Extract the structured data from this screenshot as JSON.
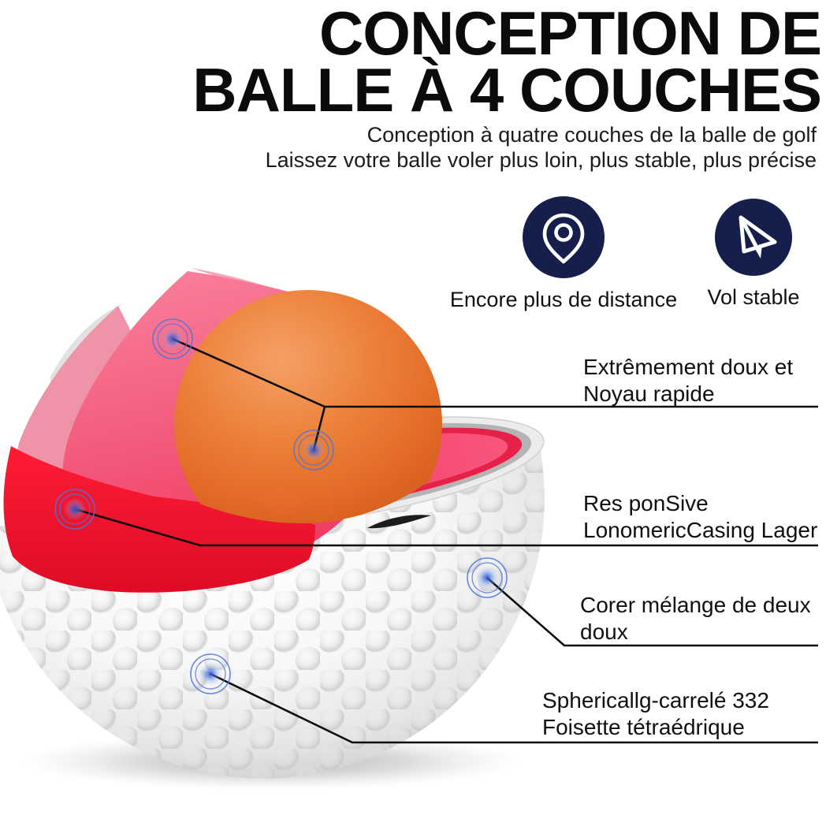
{
  "header": {
    "title_line1": "CONCEPTION DE",
    "title_line2": "BALLE À 4 COUCHES",
    "subtitle_line1": "Conception à quatre couches de la balle de golf",
    "subtitle_line2": "Laissez votre balle voler plus loin, plus stable, plus précise"
  },
  "features": [
    {
      "icon": "location-pin-icon",
      "label": "Encore plus de distance"
    },
    {
      "icon": "paper-plane-icon",
      "label": "Vol stable"
    }
  ],
  "callouts": [
    {
      "line1": "Extrêmement doux et",
      "line2": "Noyau rapide",
      "target": "core"
    },
    {
      "line1": "Res ponSive",
      "line2": "LonomericCasing Lager",
      "target": "mantle"
    },
    {
      "line1": "Corer mélange de deux",
      "line2": "doux",
      "target": "cover-upper"
    },
    {
      "line1": "Sphericallg-carrelé 332",
      "line2": "Foisette tétraédrique",
      "target": "cover-dimples"
    }
  ],
  "palette": {
    "navy_icon_circle": "#161f4c",
    "outer_shell_pink": "#f25577",
    "mantle_red": "#f81530",
    "core_orange": "#e8772f",
    "cut_face_pink": "#f04a6e",
    "marker_blue": "#4a74dc",
    "callout_line": "#0d0d0d",
    "title_black": "#0b0b0b"
  }
}
